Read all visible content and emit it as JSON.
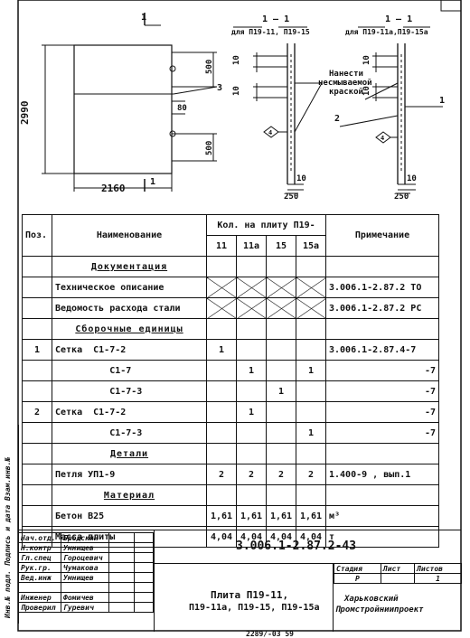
{
  "drawing": {
    "plan_section_mark": "1",
    "dim_width": "2160",
    "dim_height": "2990",
    "dim_top": "500",
    "dim_mid": "80",
    "dim_bottom": "500",
    "leader_3": "3",
    "section1_label": "1 — 1",
    "section1_caption": "для П19-11, П19-15",
    "section2_label": "1 — 1",
    "section2_caption": "для П19-11а,П19-15а",
    "note_line1": "Нанести",
    "note_line2": "несмываемой",
    "note_line3": "краской",
    "leader_1": "1",
    "leader_2": "2",
    "dim_10": "10",
    "dim_250": "250",
    "triangle_mark": "4"
  },
  "spec": {
    "header_pos": "Поз.",
    "header_name": "Наименование",
    "header_qty": "Кол. на плиту П19-",
    "qty_cols": [
      "11",
      "11а",
      "15",
      "15а"
    ],
    "header_note": "Примечание",
    "rows": [
      {
        "pos": "",
        "name": "Документация",
        "q": [
          "",
          "",
          "",
          ""
        ],
        "note": "",
        "section": true
      },
      {
        "pos": "",
        "name": "Техническое описание",
        "q": [
          "",
          "",
          "",
          ""
        ],
        "note": "3.006.1-2.87.2 ТО",
        "cross": true
      },
      {
        "pos": "",
        "name": "Ведомость расхода стали",
        "q": [
          "",
          "",
          "",
          ""
        ],
        "note": "3.006.1-2.87.2 РС",
        "cross": true
      },
      {
        "pos": "",
        "name": "Сборочные единицы",
        "q": [
          "",
          "",
          "",
          ""
        ],
        "note": "",
        "section": true
      },
      {
        "pos": "1",
        "name": "Сетка  С1-7-2",
        "q": [
          "1",
          "",
          "",
          ""
        ],
        "note": "3.006.1-2.87.4-7"
      },
      {
        "pos": "",
        "name": "          С1-7",
        "q": [
          "",
          "1",
          "",
          "1"
        ],
        "note": "-7"
      },
      {
        "pos": "",
        "name": "          С1-7-3",
        "q": [
          "",
          "",
          "1",
          ""
        ],
        "note": "-7"
      },
      {
        "pos": "2",
        "name": "Сетка  С1-7-2",
        "q": [
          "",
          "1",
          "",
          ""
        ],
        "note": "-7"
      },
      {
        "pos": "",
        "name": "          С1-7-3",
        "q": [
          "",
          "",
          "",
          "1"
        ],
        "note": "-7"
      },
      {
        "pos": "",
        "name": "Детали",
        "q": [
          "",
          "",
          "",
          ""
        ],
        "note": "",
        "section": true
      },
      {
        "pos": "",
        "name": "Петля УП1-9",
        "q": [
          "2",
          "2",
          "2",
          "2"
        ],
        "note": "1.400-9 , вып.1"
      },
      {
        "pos": "",
        "name": "Материал",
        "q": [
          "",
          "",
          "",
          ""
        ],
        "note": "",
        "section": true
      },
      {
        "pos": "",
        "name": "Бетон В25",
        "q": [
          "1,61",
          "1,61",
          "1,61",
          "1,61"
        ],
        "note": "м³"
      },
      {
        "pos": "",
        "name": "Масса плиты",
        "q": [
          "4,04",
          "4,04",
          "4,04",
          "4,04"
        ],
        "note": "т"
      }
    ]
  },
  "stamp": {
    "doc_code": "3.006.1-2.87.2-43",
    "roles": [
      "Нач.отд.",
      "Н.контр",
      "Гл.спец",
      "Рук.гр.",
      "Вед.инж",
      "",
      "Инженер",
      "Проверил"
    ],
    "names": [
      "Бродский",
      "Умнищев",
      "Гороцевич",
      "Чумакова",
      "Умнищев",
      "",
      "Фомичев",
      "Гуревич"
    ],
    "title_line1": "Плита П19-11,",
    "title_line2": "П19-11а, П19-15, П19-15а",
    "stage_label": "Стадия",
    "sheet_label": "Лист",
    "sheets_label": "Листов",
    "stage_value": "Р",
    "sheets_value": "1",
    "org_line1": "Харьковский",
    "org_line2": "Промстройниипроект",
    "side_text": "Инв.№ подл.  Подпись и дата  Взам.инв.№",
    "footer": "2289/-03    59"
  }
}
